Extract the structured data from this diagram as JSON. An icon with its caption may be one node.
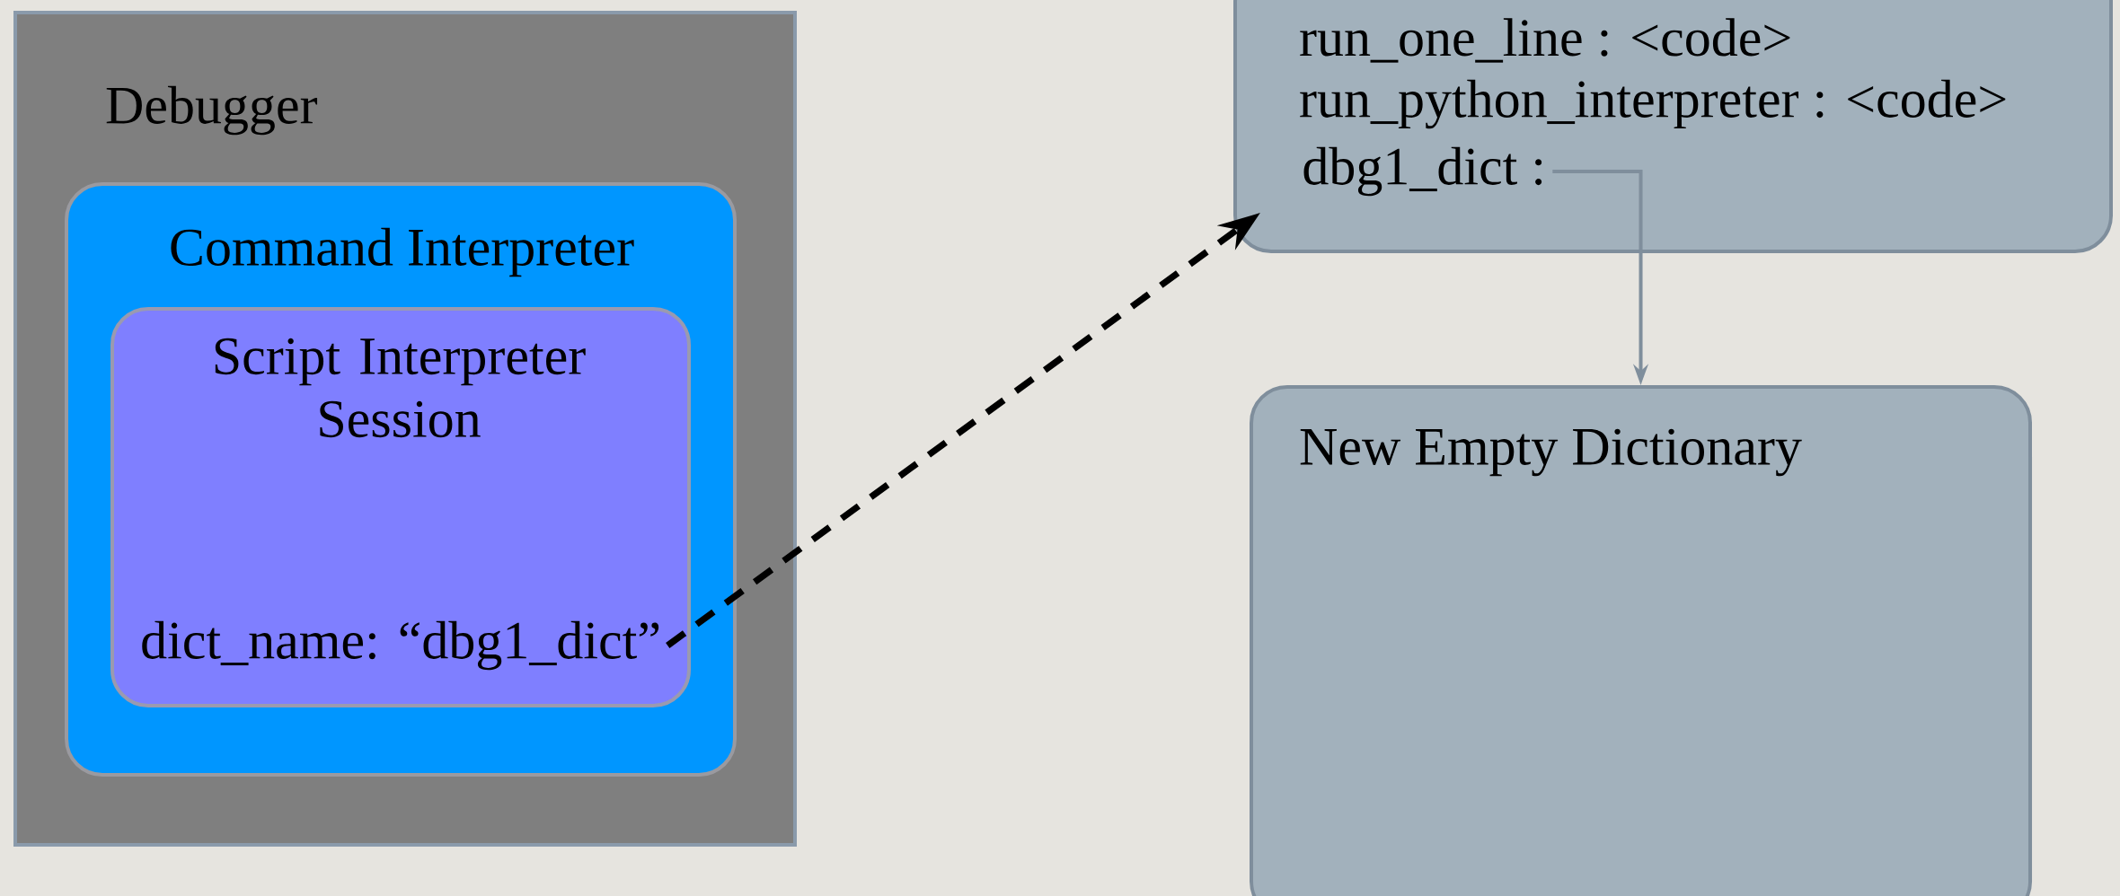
{
  "diagram": {
    "nodes": [
      {
        "text": [
          "Debugger"
        ]
      },
      {
        "text": [
          "Command Interpreter"
        ],
        "in": 0
      },
      {
        "text": [
          "Script Interpreter Session"
        ],
        "in": 1
      },
      {
        "text": [
          "dict_name: “dbg1_dict”"
        ],
        "in": 2
      },
      {
        "text": [
          "run_one_line : <code>",
          "run_python_interpreter : <code>"
        ]
      },
      {
        "text": [
          "dbg1_dict :"
        ],
        "in": 4
      },
      {
        "text": [
          "New Empty Dictionary"
        ]
      }
    ],
    "edges": [
      {
        "from": 3,
        "to": 4,
        "arrow": "to",
        "style": "dashed"
      },
      {
        "from": 5,
        "to": 6,
        "arrow": "to",
        "color": "#7f8e9c"
      }
    ]
  }
}
